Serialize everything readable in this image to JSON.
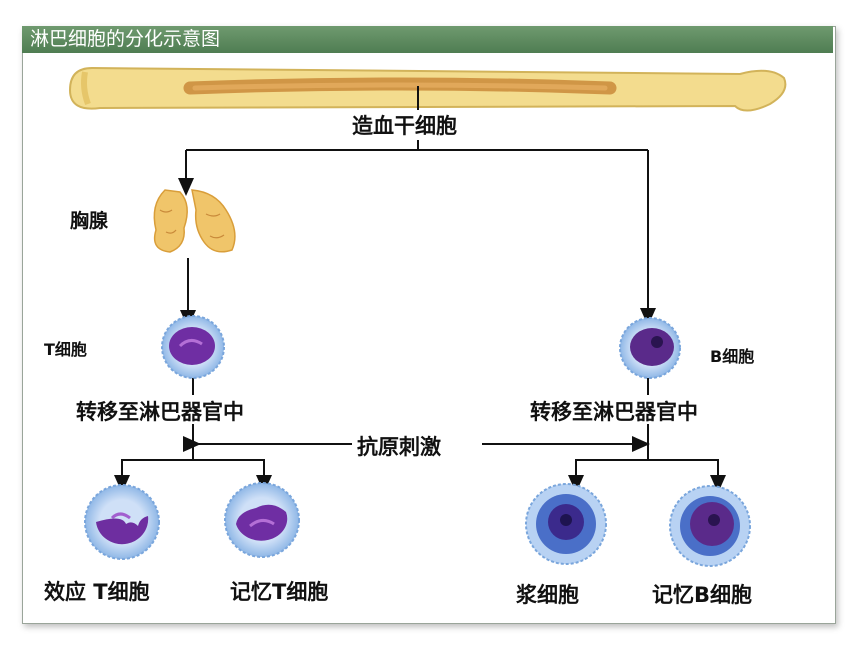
{
  "title": "淋巴细胞的分化示意图",
  "nodes": {
    "stem": "造血干细胞",
    "thymus": "胸腺",
    "t_cell": "T细胞",
    "b_cell": "B细胞",
    "migrate_left": "转移至淋巴器官中",
    "migrate_right": "转移至淋巴器官中",
    "antigen": "抗原刺激",
    "effector_t": "效应 T细胞",
    "memory_t": "记忆T细胞",
    "plasma": "浆细胞",
    "memory_b": "记忆B细胞"
  },
  "colors": {
    "header": "#5a8a5c",
    "bone": "#f3dc8e",
    "marrow": "#c98a3a",
    "thymus": "#f0c56a",
    "t_cell": "#7d2fa8",
    "b_cell": "#5a2a8a",
    "cell_halo": "#9cc3ee"
  }
}
